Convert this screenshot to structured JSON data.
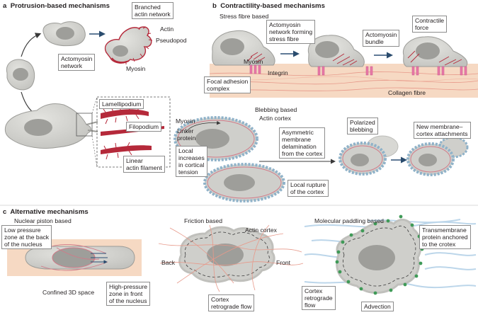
{
  "panel_a": {
    "letter": "a",
    "title": "Protrusion-based mechanisms",
    "labels": {
      "branched": "Branched\nactin network",
      "actin": "Actin",
      "pseudopod": "Pseudopod",
      "actomyosin": "Actomyosin\nnetwork",
      "myosin": "Myosin",
      "lamellipodium": "Lamellipodium",
      "filopodium": "Filopodium",
      "linear": "Linear\nactin filament"
    }
  },
  "panel_b": {
    "letter": "b",
    "title": "Contractility-based mechanisms",
    "stress_title": "Stress fibre based",
    "labels": {
      "actomyosin_forming": "Actomyosin\nnetwork forming\nstress fibre",
      "myosin": "Myosin",
      "integrin": "Integrin",
      "focal": "Focal adhesion\ncomplex",
      "bundle": "Actomyosin\nbundle",
      "contractile": "Contractile\nforce",
      "collagen": "Collagen fibre",
      "blebbing_title": "Blebbing based",
      "actin_cortex": "Actin cortex",
      "myosin2": "Myosin",
      "linker": "Linker\nprotein",
      "local_increases": "Local\nincreases\nin cortical\ntension",
      "asymmetric": "Asymmetric\nmembrane\ndelamination\nfrom the cortex",
      "polarized": "Polarized\nblebbing",
      "new_membrane": "New membrane–\ncortex attachments",
      "local_rupture": "Local rupture\nof the cortex"
    }
  },
  "panel_c": {
    "letter": "c",
    "title": "Alternative mechanisms",
    "nuclear_title": "Nuclear piston based",
    "friction_title": "Friction based",
    "paddling_title": "Molecular paddling based",
    "labels": {
      "low_pressure": "Low pressure\nzone at the back\nof the nucleus",
      "confined": "Confined 3D space",
      "high_pressure": "High-pressure\nzone in front\nof the nucleus",
      "actin_cortex": "Actin cortex",
      "back": "Back",
      "front": "Front",
      "cortex_flow": "Cortex\nretrograde flow",
      "transmembrane": "Transmembrane\nprotein anchored\nto the crotex",
      "cortex_flow2": "Cortex\nretrograde\nflow",
      "advection": "Advection"
    }
  },
  "colors": {
    "cell_fill": "#cfcfcb",
    "cell_edge": "#9c9c98",
    "nucleus": "#9e9e9a",
    "actin_red": "#b5293a",
    "integrin_pink": "#e87aa8",
    "tissue_peach": "#f6d9c3",
    "flow_blue": "#bcd6ea",
    "anchor_green": "#3f9a57",
    "cortex_blue": "#8fb2c9"
  }
}
